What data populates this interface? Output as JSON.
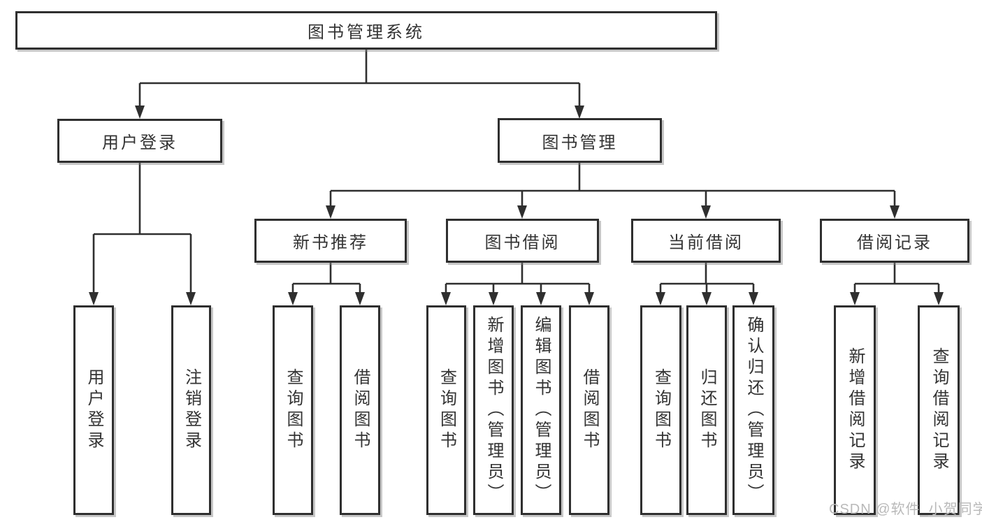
{
  "colors": {
    "line": "#2f2f2f",
    "text": "#333333",
    "watermark": "#b9b9b9"
  },
  "diagram": {
    "root": {
      "label": "图书管理系统"
    },
    "level2": {
      "user_login": {
        "label": "用户登录"
      },
      "book_management": {
        "label": "图书管理"
      }
    },
    "level3": {
      "new_book_recommend": {
        "label": "新书推荐"
      },
      "book_borrow": {
        "label": "图书借阅"
      },
      "current_borrow": {
        "label": "当前借阅"
      },
      "borrow_records": {
        "label": "借阅记录"
      }
    },
    "leaves": {
      "user_login_leaf": {
        "label": "用户登录"
      },
      "logout": {
        "label": "注销登录"
      },
      "nb_query_books": {
        "label": "查询图书"
      },
      "nb_borrow_books": {
        "label": "借阅图书"
      },
      "bb_query_books": {
        "label": "查询图书"
      },
      "bb_add_books": {
        "label": "新增图书（管理员）"
      },
      "bb_edit_books": {
        "label": "编辑图书（管理员）"
      },
      "bb_borrow_books": {
        "label": "借阅图书"
      },
      "cb_query_books": {
        "label": "查询图书"
      },
      "cb_return_books": {
        "label": "归还图书"
      },
      "cb_confirm_return": {
        "label": "确认归还（管理员）"
      },
      "br_add_record": {
        "label": "新增借阅记录"
      },
      "br_query_record": {
        "label": "查询借阅记录"
      }
    },
    "watermark": "CSDN @软件_小贺同学"
  }
}
